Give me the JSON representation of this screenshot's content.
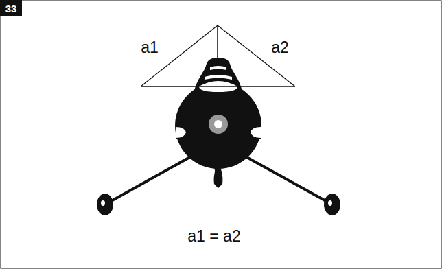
{
  "diagram": {
    "labels": [
      "33",
      "a1",
      "a2",
      "a1 = a2"
    ]
  }
}
